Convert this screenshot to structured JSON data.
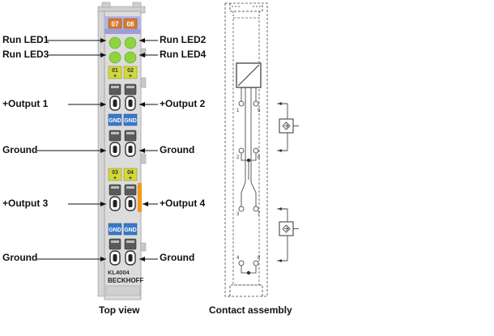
{
  "top_view": {
    "caption": "Top view",
    "tabs": [
      "07",
      "08"
    ],
    "left_labels": [
      "Run LED1",
      "Run LED3",
      "+Output 1",
      "Ground",
      "+Output 3",
      "Ground"
    ],
    "right_labels": [
      "Run LED2",
      "Run LED4",
      "+Output 2",
      "Ground",
      "+Output 4",
      "Ground"
    ],
    "block1": {
      "a": "01",
      "b": "02"
    },
    "block2": {
      "a": "03",
      "b": "04"
    },
    "gnd": "GND",
    "plus": "+",
    "model": "KL4004",
    "brand": "BECKHOFF",
    "colors": {
      "housing": "#dcdcdc",
      "tab": "#d77a2e",
      "led": "#8ed43e",
      "id_block": "#d2d83a",
      "gnd_block": "#3a79c8",
      "orange_bar": "#f39a1e"
    }
  },
  "contact_assembly": {
    "caption": "Contact assembly",
    "terminals": [
      "1",
      "5",
      "2",
      "6",
      "3",
      "7",
      "4",
      "8"
    ]
  }
}
